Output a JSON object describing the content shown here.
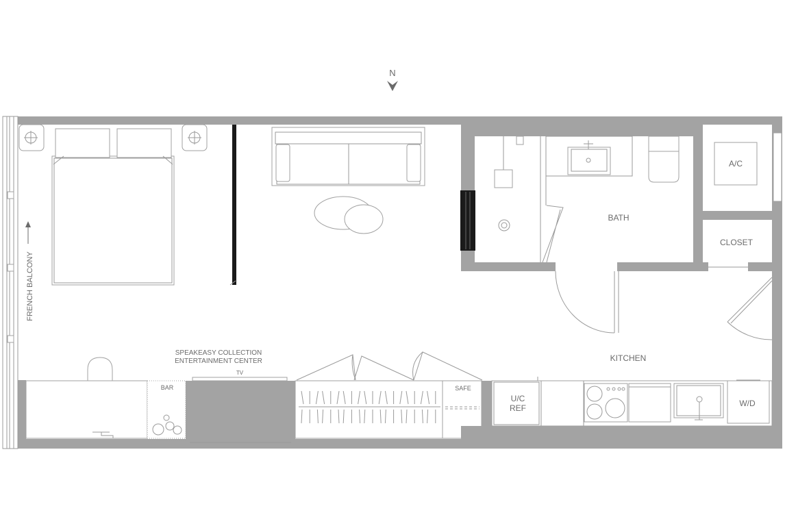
{
  "compass": {
    "label": "N"
  },
  "labels": {
    "french_balcony": "FRENCH BALCONY",
    "bath": "BATH",
    "ac": "A/C",
    "closet": "CLOSET",
    "kitchen": "KITCHEN",
    "speakeasy_line1": "SPEAKEASY COLLECTION",
    "speakeasy_line2": "ENTERTAINMENT CENTER",
    "tv": "TV",
    "bar": "BAR",
    "safe": "SAFE",
    "ref_line1": "U/C",
    "ref_line2": "REF",
    "wd": "W/D"
  },
  "colors": {
    "wall": "#a3a3a3",
    "line": "#9a9a9a",
    "text": "#6b6b6b",
    "dark": "#1a1a1a"
  }
}
